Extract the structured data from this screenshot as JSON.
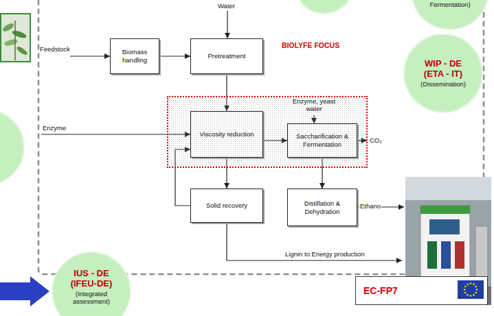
{
  "diagram": {
    "nodes": [
      {
        "text": [
          "Fermentation)"
        ]
      },
      {
        "text": [
          "Biomass handling"
        ]
      },
      {
        "text": [
          "Pretreatment"
        ]
      },
      {
        "text": [
          "WIP - DE",
          "(ETA - IT)",
          "(Dissemination)"
        ]
      },
      {
        "text": [
          "Enzyme, yeast water"
        ]
      },
      {
        "text": [
          "Viscosity reduction"
        ],
        "in": 4
      },
      {
        "text": [
          "Saccharification & Fermentation"
        ],
        "in": 4
      },
      {
        "text": [
          "Solid recovery"
        ]
      },
      {
        "text": [
          "Distillation & Dehydration"
        ]
      },
      {
        "text": [
          "IUS - DE",
          "(IFEU-DE)",
          "(Integrated assessment)"
        ]
      },
      {
        "text": [
          "EC-FP7"
        ]
      }
    ],
    "edges": [
      {
        "from": 1,
        "to": 2,
        "arrow": "to"
      },
      {
        "from": 2,
        "to": 5,
        "arrow": "to"
      },
      {
        "from": 5,
        "to": 6,
        "arrow": "to"
      },
      {
        "from": 5,
        "to": 7,
        "arrow": "to"
      },
      {
        "from": 7,
        "to": 5,
        "arrow": "to"
      },
      {
        "from": 6,
        "to": 8,
        "arrow": "to"
      }
    ],
    "labels": [
      "Water",
      "Feedstock",
      "BIOLYFE FOCUS",
      "Enzyme",
      "CO₂",
      "Ethano",
      "Lignin to Energy production"
    ]
  }
}
